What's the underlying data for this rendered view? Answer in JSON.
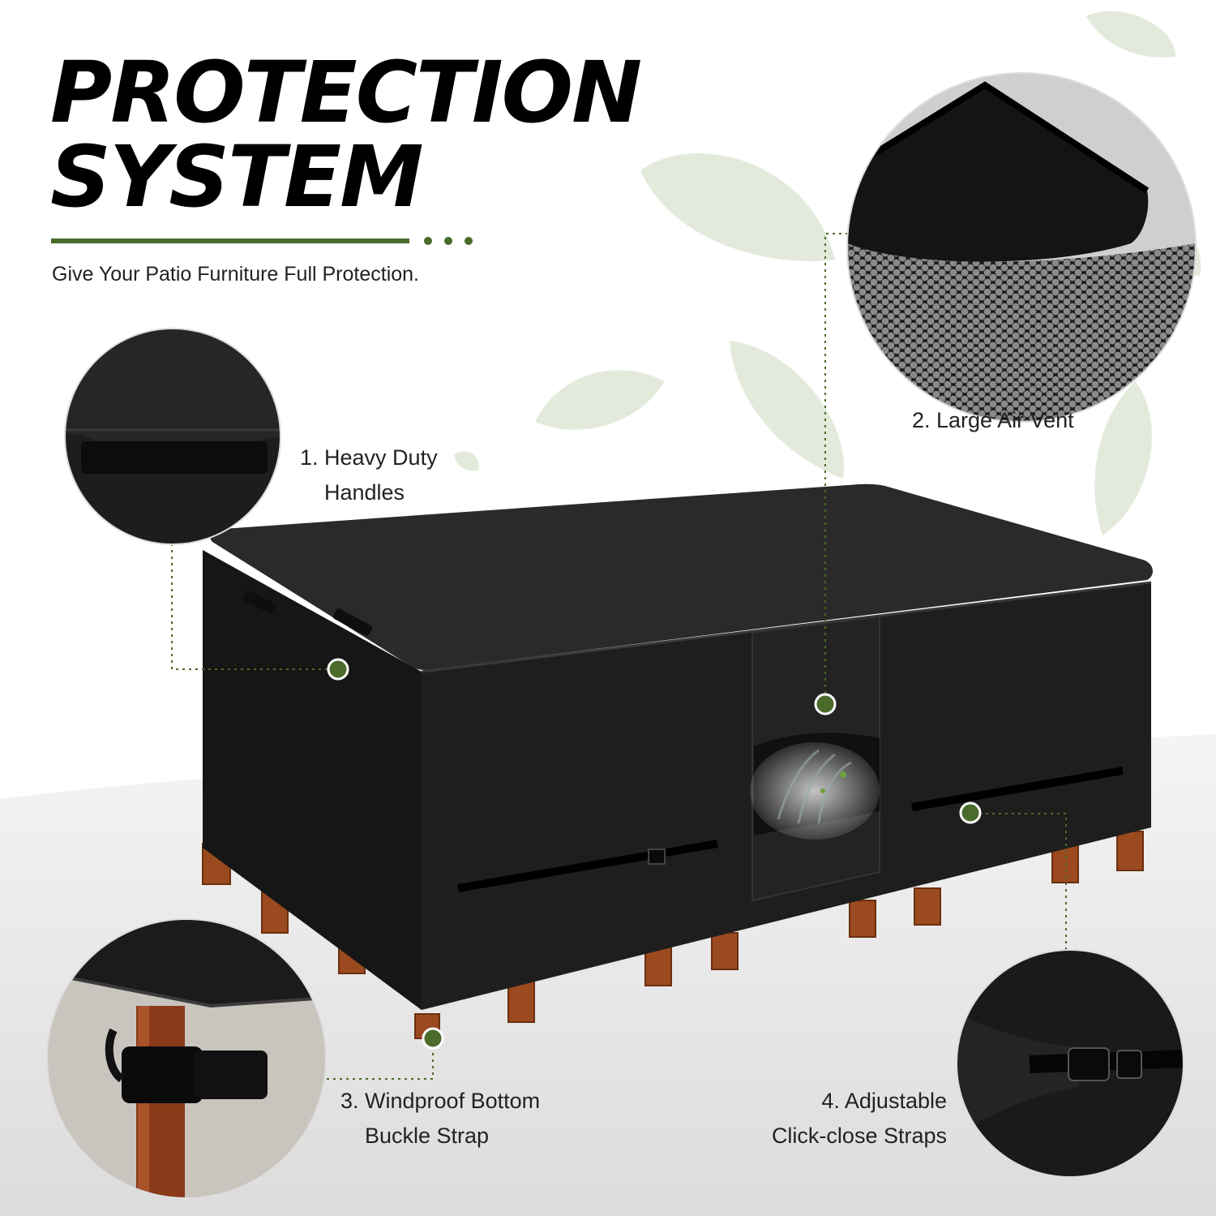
{
  "header": {
    "title_line1": "PROTECTION",
    "title_line2": "SYSTEM",
    "subtitle": "Give Your Patio Furniture Full Protection."
  },
  "features": [
    {
      "line1": "1. Heavy Duty",
      "line2": "Handles"
    },
    {
      "line1": "2. Large Air Vent"
    },
    {
      "line1": "3. Windproof Bottom",
      "line2": "Buckle Strap"
    },
    {
      "line1": "4. Adjustable",
      "line2": "Click-close Straps"
    }
  ],
  "colors": {
    "accent": "#4a6b2a",
    "cover": "#1c1c1c",
    "wood": "#9a4a1e",
    "floor": "#e7e7e7",
    "leaf": "#dfe8d6"
  }
}
